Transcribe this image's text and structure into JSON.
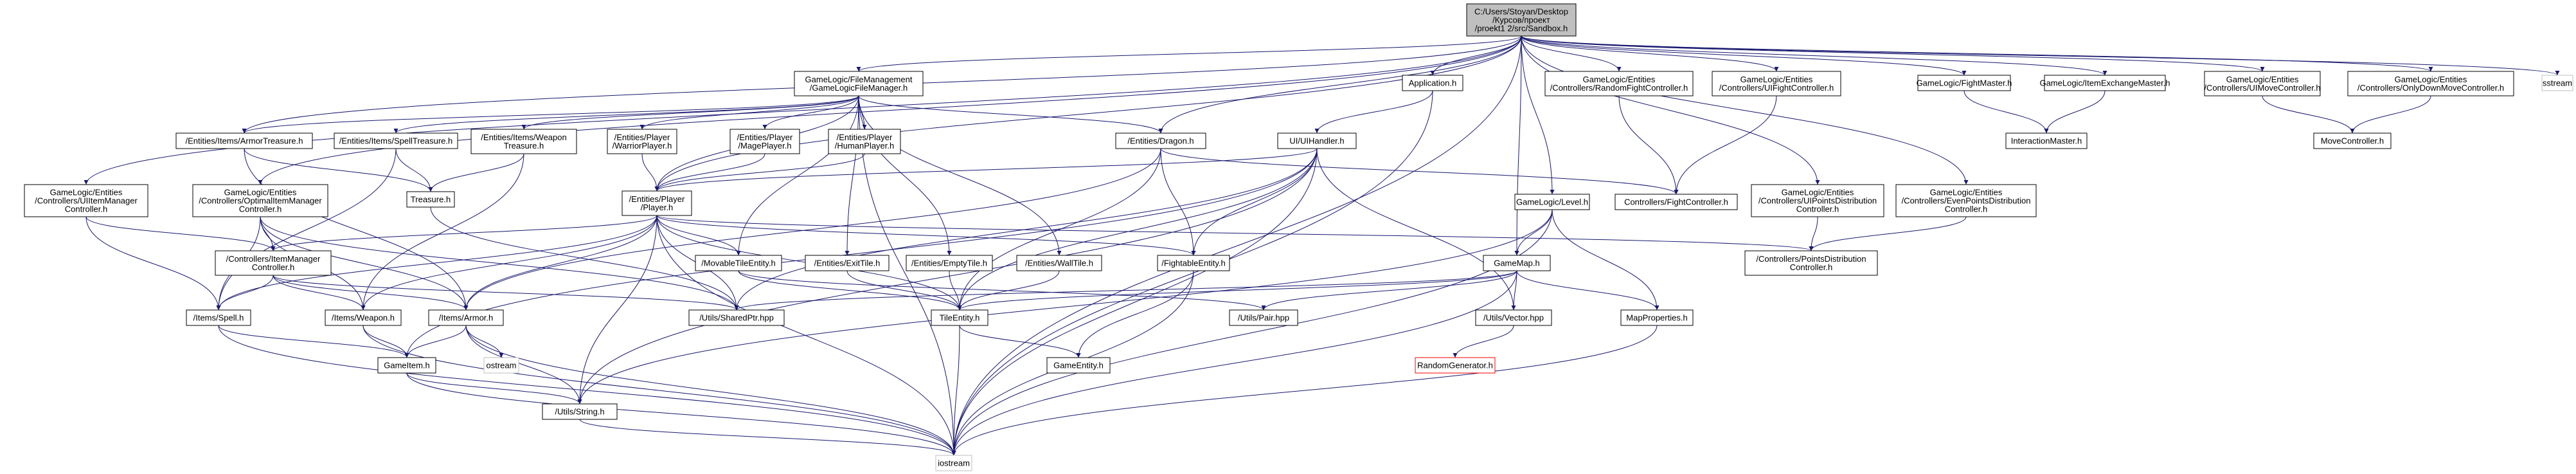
{
  "nodes": [
    {
      "id": "sandbox",
      "lines": [
        "C:/Users/Stoyan/Desktop",
        "/Курсов/проект",
        "/proekt1 2/src/Sandbox.h"
      ],
      "style": "root"
    },
    {
      "id": "gfm",
      "lines": [
        "GameLogic/FileManagement",
        "/GameLogicFileManager.h"
      ]
    },
    {
      "id": "app",
      "lines": [
        "Application.h"
      ]
    },
    {
      "id": "rfc",
      "lines": [
        "GameLogic/Entities",
        "/Controllers/RandomFightController.h"
      ]
    },
    {
      "id": "uifc",
      "lines": [
        "GameLogic/Entities",
        "/Controllers/UIFightController.h"
      ]
    },
    {
      "id": "fm",
      "lines": [
        "GameLogic/FightMaster.h"
      ]
    },
    {
      "id": "iem",
      "lines": [
        "GameLogic/ItemExchangeMaster.h"
      ]
    },
    {
      "id": "uimc",
      "lines": [
        "GameLogic/Entities",
        "/Controllers/UIMoveController.h"
      ]
    },
    {
      "id": "odmc",
      "lines": [
        "GameLogic/Entities",
        "/Controllers/OnlyDownMoveController.h"
      ]
    },
    {
      "id": "sstream",
      "lines": [
        "sstream"
      ],
      "style": "missing"
    },
    {
      "id": "im",
      "lines": [
        "InteractionMaster.h"
      ]
    },
    {
      "id": "mc",
      "lines": [
        "MoveController.h"
      ]
    },
    {
      "id": "armortreasure",
      "lines": [
        "/Entities/Items/ArmorTreasure.h"
      ]
    },
    {
      "id": "spelltreasure",
      "lines": [
        "/Entities/Items/SpellTreasure.h"
      ]
    },
    {
      "id": "weapontreasure",
      "lines": [
        "/Entities/Items/Weapon",
        "Treasure.h"
      ]
    },
    {
      "id": "warrior",
      "lines": [
        "/Entities/Player",
        "/WarriorPlayer.h"
      ]
    },
    {
      "id": "mage",
      "lines": [
        "/Entities/Player",
        "/MagePlayer.h"
      ]
    },
    {
      "id": "human",
      "lines": [
        "/Entities/Player",
        "/HumanPlayer.h"
      ]
    },
    {
      "id": "dragon",
      "lines": [
        "/Entities/Dragon.h"
      ]
    },
    {
      "id": "uihandler",
      "lines": [
        "UI/UIHandler.h"
      ]
    },
    {
      "id": "uiimc",
      "lines": [
        "GameLogic/Entities",
        "/Controllers/UIItemManager",
        "Controller.h"
      ]
    },
    {
      "id": "oimc",
      "lines": [
        "GameLogic/Entities",
        "/Controllers/OptimalItemManager",
        "Controller.h"
      ]
    },
    {
      "id": "treasure",
      "lines": [
        "Treasure.h"
      ]
    },
    {
      "id": "player",
      "lines": [
        "/Entities/Player",
        "/Player.h"
      ]
    },
    {
      "id": "level",
      "lines": [
        "GameLogic/Level.h"
      ]
    },
    {
      "id": "fc",
      "lines": [
        "Controllers/FightController.h"
      ]
    },
    {
      "id": "uipdc",
      "lines": [
        "GameLogic/Entities",
        "/Controllers/UIPointsDistribution",
        "Controller.h"
      ]
    },
    {
      "id": "epdc",
      "lines": [
        "GameLogic/Entities",
        "/Controllers/EvenPointsDistribution",
        "Controller.h"
      ]
    },
    {
      "id": "imc",
      "lines": [
        "/Controllers/ItemManager",
        "Controller.h"
      ]
    },
    {
      "id": "mte",
      "lines": [
        "/MovableTileEntity.h"
      ]
    },
    {
      "id": "exit",
      "lines": [
        "/Entities/ExitTile.h"
      ]
    },
    {
      "id": "empty",
      "lines": [
        "/Entities/EmptyTile.h"
      ]
    },
    {
      "id": "wall",
      "lines": [
        "/Entities/WallTile.h"
      ]
    },
    {
      "id": "fe",
      "lines": [
        "/FightableEntity.h"
      ]
    },
    {
      "id": "gamemap",
      "lines": [
        "GameMap.h"
      ]
    },
    {
      "id": "pdc",
      "lines": [
        "/Controllers/PointsDistribution",
        "Controller.h"
      ]
    },
    {
      "id": "spell",
      "lines": [
        "/Items/Spell.h"
      ]
    },
    {
      "id": "weapon",
      "lines": [
        "/Items/Weapon.h"
      ]
    },
    {
      "id": "armor",
      "lines": [
        "/Items/Armor.h"
      ]
    },
    {
      "id": "sharedptr",
      "lines": [
        "/Utils/SharedPtr.hpp"
      ]
    },
    {
      "id": "tileentity",
      "lines": [
        "TileEntity.h"
      ]
    },
    {
      "id": "pair",
      "lines": [
        "/Utils/Pair.hpp"
      ]
    },
    {
      "id": "vector",
      "lines": [
        "/Utils/Vector.hpp"
      ]
    },
    {
      "id": "mapprops",
      "lines": [
        "MapProperties.h"
      ]
    },
    {
      "id": "ostream",
      "lines": [
        "ostream"
      ],
      "style": "missing"
    },
    {
      "id": "gameitem",
      "lines": [
        "GameItem.h"
      ]
    },
    {
      "id": "gameentity",
      "lines": [
        "GameEntity.h"
      ]
    },
    {
      "id": "rng",
      "lines": [
        "RandomGenerator.h"
      ],
      "style": "red"
    },
    {
      "id": "string",
      "lines": [
        "/Utils/String.h"
      ]
    },
    {
      "id": "iostream",
      "lines": [
        "iostream"
      ],
      "style": "missing"
    }
  ],
  "edges": [
    [
      "sandbox",
      "gfm"
    ],
    [
      "sandbox",
      "app"
    ],
    [
      "sandbox",
      "rfc"
    ],
    [
      "sandbox",
      "uifc"
    ],
    [
      "sandbox",
      "fm"
    ],
    [
      "sandbox",
      "iem"
    ],
    [
      "sandbox",
      "uimc"
    ],
    [
      "sandbox",
      "odmc"
    ],
    [
      "sandbox",
      "sstream"
    ],
    [
      "sandbox",
      "armortreasure"
    ],
    [
      "sandbox",
      "dragon"
    ],
    [
      "sandbox",
      "uiimc"
    ],
    [
      "sandbox",
      "oimc"
    ],
    [
      "sandbox",
      "player"
    ],
    [
      "sandbox",
      "level"
    ],
    [
      "sandbox",
      "uipdc"
    ],
    [
      "sandbox",
      "epdc"
    ],
    [
      "sandbox",
      "gamemap"
    ],
    [
      "sandbox",
      "iostream"
    ],
    [
      "gfm",
      "armortreasure"
    ],
    [
      "gfm",
      "spelltreasure"
    ],
    [
      "gfm",
      "weapontreasure"
    ],
    [
      "gfm",
      "warrior"
    ],
    [
      "gfm",
      "mage"
    ],
    [
      "gfm",
      "human"
    ],
    [
      "gfm",
      "dragon"
    ],
    [
      "gfm",
      "player"
    ],
    [
      "gfm",
      "mte"
    ],
    [
      "gfm",
      "exit"
    ],
    [
      "gfm",
      "empty"
    ],
    [
      "gfm",
      "wall"
    ],
    [
      "gfm",
      "iostream"
    ],
    [
      "app",
      "uihandler"
    ],
    [
      "app",
      "iostream"
    ],
    [
      "rfc",
      "fc"
    ],
    [
      "uifc",
      "fc"
    ],
    [
      "fm",
      "im"
    ],
    [
      "iem",
      "im"
    ],
    [
      "uimc",
      "mc"
    ],
    [
      "odmc",
      "mc"
    ],
    [
      "armortreasure",
      "treasure"
    ],
    [
      "armortreasure",
      "armor"
    ],
    [
      "spelltreasure",
      "treasure"
    ],
    [
      "spelltreasure",
      "spell"
    ],
    [
      "weapontreasure",
      "treasure"
    ],
    [
      "weapontreasure",
      "weapon"
    ],
    [
      "warrior",
      "player"
    ],
    [
      "mage",
      "player"
    ],
    [
      "human",
      "player"
    ],
    [
      "dragon",
      "fc"
    ],
    [
      "dragon",
      "fe"
    ],
    [
      "dragon",
      "armor"
    ],
    [
      "dragon",
      "tileentity"
    ],
    [
      "uihandler",
      "player"
    ],
    [
      "uihandler",
      "fe"
    ],
    [
      "uihandler",
      "sharedptr"
    ],
    [
      "uihandler",
      "vector"
    ],
    [
      "uihandler",
      "gameitem"
    ],
    [
      "uihandler",
      "string"
    ],
    [
      "uihandler",
      "iostream"
    ],
    [
      "uihandler",
      "tileentity"
    ],
    [
      "uiimc",
      "imc"
    ],
    [
      "uiimc",
      "spell"
    ],
    [
      "oimc",
      "imc"
    ],
    [
      "oimc",
      "spell"
    ],
    [
      "oimc",
      "weapon"
    ],
    [
      "oimc",
      "armor"
    ],
    [
      "oimc",
      "sharedptr"
    ],
    [
      "treasure",
      "sharedptr"
    ],
    [
      "player",
      "imc"
    ],
    [
      "player",
      "mte"
    ],
    [
      "player",
      "fe"
    ],
    [
      "player",
      "pdc"
    ],
    [
      "player",
      "spell"
    ],
    [
      "player",
      "weapon"
    ],
    [
      "player",
      "armor"
    ],
    [
      "player",
      "sharedptr"
    ],
    [
      "player",
      "string"
    ],
    [
      "player",
      "iostream"
    ],
    [
      "player",
      "tileentity"
    ],
    [
      "level",
      "gamemap"
    ],
    [
      "level",
      "mapprops"
    ],
    [
      "level",
      "iostream"
    ],
    [
      "level",
      "string"
    ],
    [
      "uipdc",
      "pdc"
    ],
    [
      "epdc",
      "pdc"
    ],
    [
      "imc",
      "spell"
    ],
    [
      "imc",
      "weapon"
    ],
    [
      "imc",
      "armor"
    ],
    [
      "imc",
      "sharedptr"
    ],
    [
      "mte",
      "tileentity"
    ],
    [
      "mte",
      "pair"
    ],
    [
      "exit",
      "tileentity"
    ],
    [
      "empty",
      "tileentity"
    ],
    [
      "wall",
      "tileentity"
    ],
    [
      "fe",
      "gameentity"
    ],
    [
      "fe",
      "iostream"
    ],
    [
      "gamemap",
      "tileentity"
    ],
    [
      "gamemap",
      "pair"
    ],
    [
      "gamemap",
      "vector"
    ],
    [
      "gamemap",
      "mapprops"
    ],
    [
      "gamemap",
      "iostream"
    ],
    [
      "gamemap",
      "sharedptr"
    ],
    [
      "spell",
      "gameitem"
    ],
    [
      "spell",
      "iostream"
    ],
    [
      "weapon",
      "gameitem"
    ],
    [
      "weapon",
      "iostream"
    ],
    [
      "armor",
      "gameitem"
    ],
    [
      "armor",
      "ostream"
    ],
    [
      "armor",
      "string"
    ],
    [
      "armor",
      "iostream"
    ],
    [
      "tileentity",
      "gameentity"
    ],
    [
      "tileentity",
      "iostream"
    ],
    [
      "vector",
      "rng"
    ],
    [
      "mapprops",
      "iostream"
    ],
    [
      "gameitem",
      "string"
    ],
    [
      "gameitem",
      "iostream"
    ],
    [
      "string",
      "iostream"
    ]
  ]
}
